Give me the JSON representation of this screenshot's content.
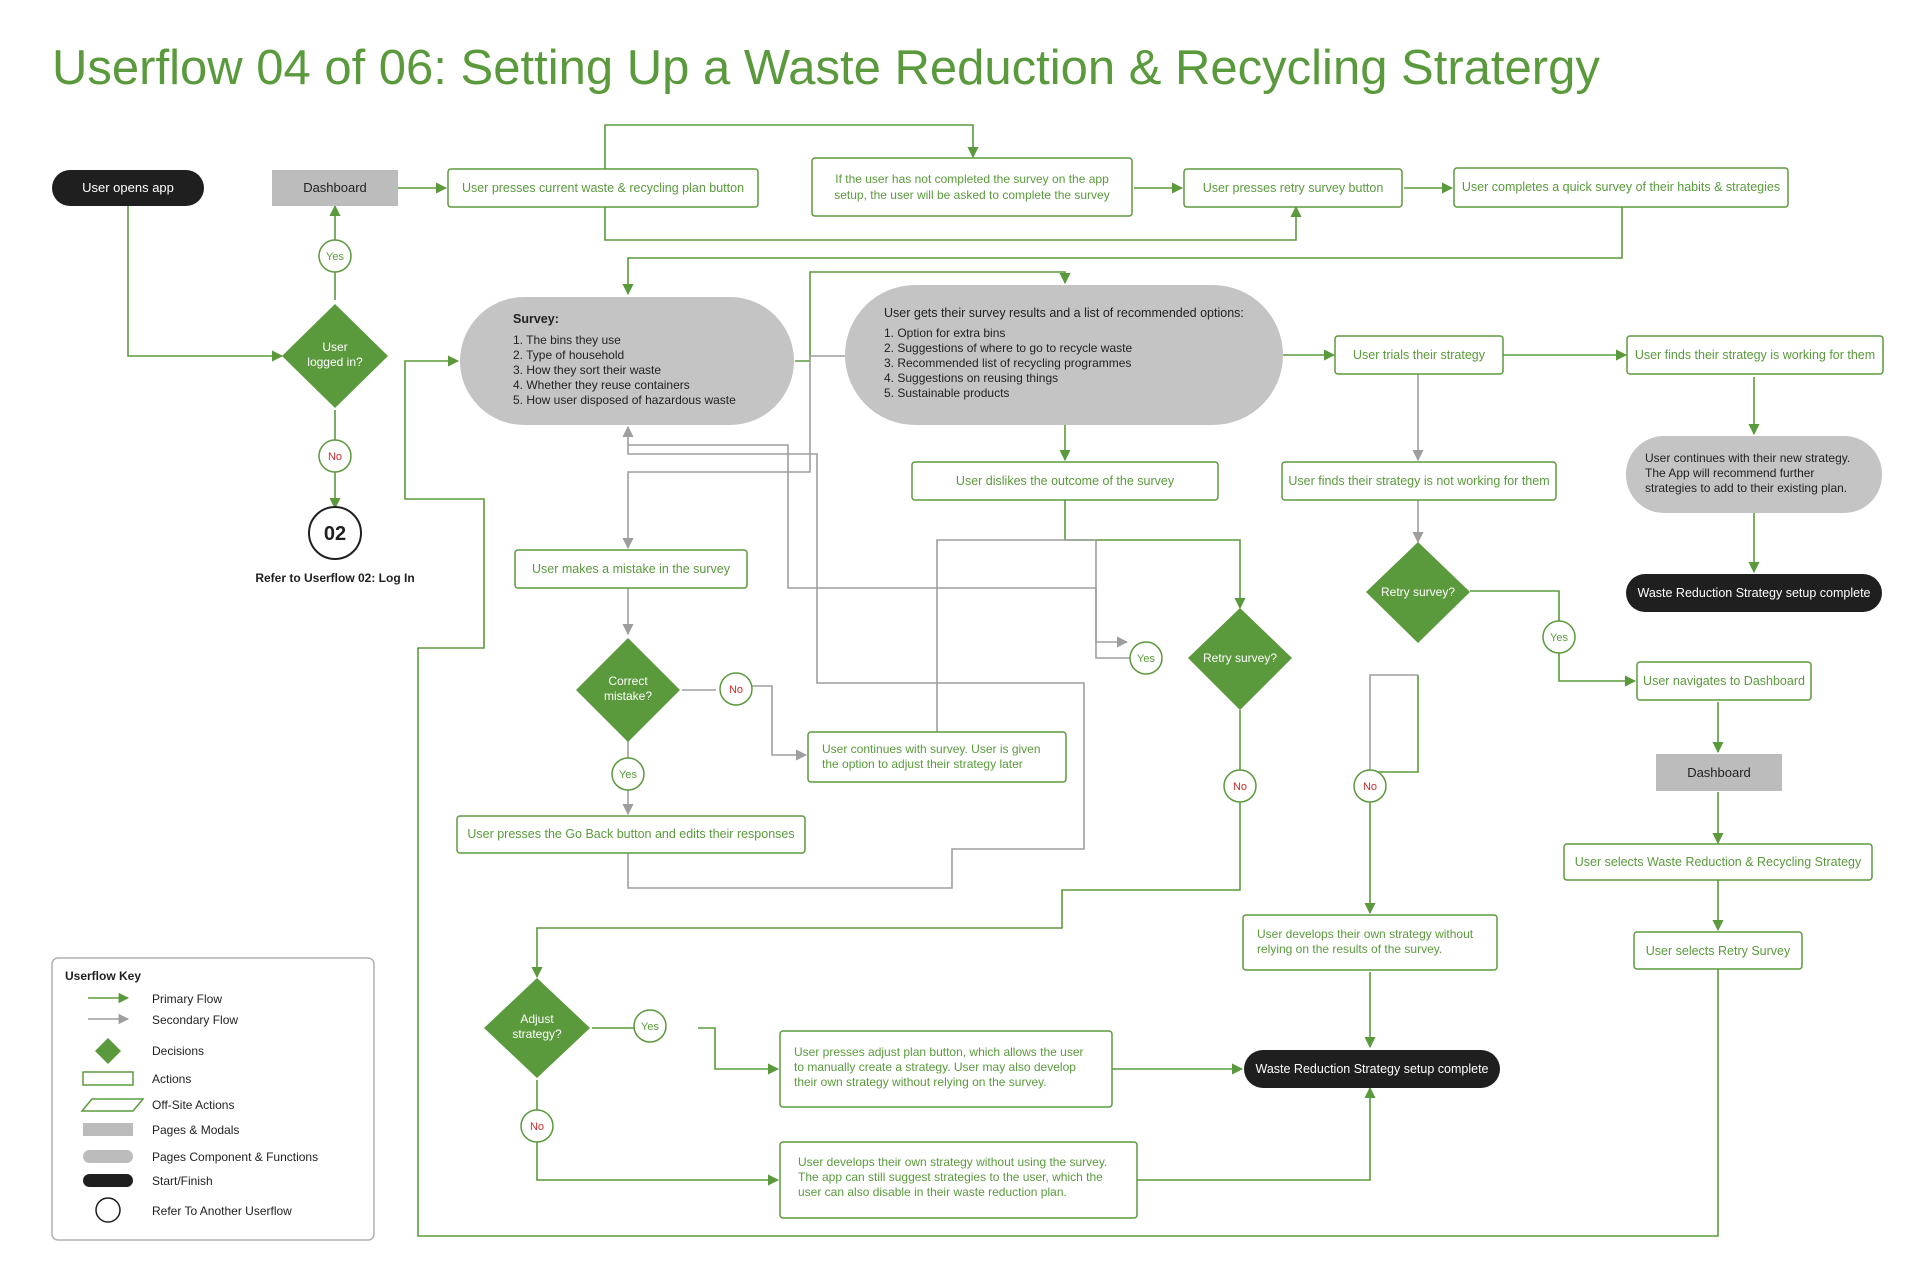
{
  "title": "Userflow 04 of 06: Setting Up a Waste Reduction & Recycling Stratergy",
  "colors": {
    "green": "#5a9a3c",
    "gray_line": "#9e9e9e",
    "page_gray": "#bcbcbc",
    "component_gray": "#c4c4c4",
    "dark": "#1f1f1f",
    "no_red": "#d12b2b"
  },
  "nodes": {
    "start": "User opens app",
    "dashboard_top": "Dashboard",
    "logged_in": [
      "User",
      "logged in?"
    ],
    "refer_badge": "02",
    "refer_label": "Refer to Userflow 02: Log In",
    "press_plan": "User presses current waste & recycling plan button",
    "survey_prompt": [
      "If the user has not completed the survey on the app",
      "setup, the user will be asked to complete the survey"
    ],
    "press_retry": "User presses retry survey button",
    "quick_survey": "User completes a quick survey of their habits & strategies",
    "survey_title": "Survey:",
    "survey_items": [
      "1. The bins they use",
      "2. Type of household",
      "3. How they sort their waste",
      "4. Whether they reuse containers",
      "5. How user disposed of hazardous waste"
    ],
    "results_title": "User gets their survey results and a list of recommended options:",
    "results_items": [
      "1. Option for extra bins",
      "2. Suggestions of where to go to recycle waste",
      "3. Recommended list of recycling programmes",
      "4. Suggestions on reusing things",
      "5. Sustainable products"
    ],
    "trials": "User trials their strategy",
    "working": "User finds their strategy is working for them",
    "continues_new": [
      "User continues with their new strategy.",
      "The App will recommend further",
      "strategies to add to their existing plan."
    ],
    "complete_right": "Waste Reduction Strategy setup complete",
    "dislikes": "User dislikes the outcome of the survey",
    "not_working": "User finds their strategy is not working for them",
    "mistake": "User makes a mistake in the survey",
    "correct_mistake": [
      "Correct",
      "mistake?"
    ],
    "continues_survey": [
      "User continues with survey. User is given",
      "the option to adjust their strategy later"
    ],
    "go_back": "User presses the Go Back button and edits their responses",
    "retry_a": "Retry survey?",
    "retry_b": "Retry survey?",
    "navigates_dash": "User navigates to Dashboard",
    "dashboard_bottom": "Dashboard",
    "selects_waste": "User selects Waste Reduction & Recycling Strategy",
    "selects_retry": "User selects Retry Survey",
    "develops_own": [
      "User develops their own strategy without",
      "relying on the results of the survey."
    ],
    "adjust": [
      "Adjust",
      "strategy?"
    ],
    "adjust_plan": [
      "User presses adjust plan button, which allows the user",
      "to manually create a strategy. User may also develop",
      "their own strategy without relying on the survey."
    ],
    "complete_mid": "Waste Reduction Strategy setup complete",
    "develops_without": [
      "User develops their own strategy without using the survey.",
      "The app can still suggest strategies to the user, which the",
      "user can also disable in their waste reduction plan."
    ],
    "yes": "Yes",
    "no": "No"
  },
  "key": {
    "title": "Userflow Key",
    "items": [
      "Primary Flow",
      "Secondary Flow",
      "Decisions",
      "Actions",
      "Off-Site Actions",
      "Pages & Modals",
      "Pages Component & Functions",
      "Start/Finish",
      "Refer To Another Userflow"
    ]
  }
}
